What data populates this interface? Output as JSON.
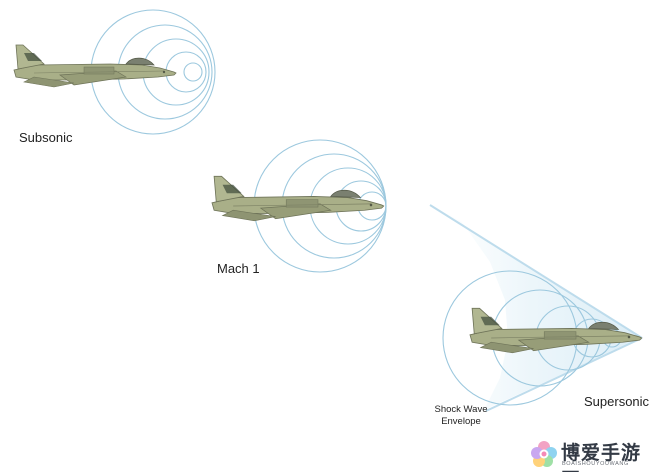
{
  "labels": {
    "subsonic": "Subsonic",
    "mach1": "Mach 1",
    "supersonic": "Supersonic",
    "shock_line1": "Shock Wave",
    "shock_line2": "Envelope"
  },
  "watermark": {
    "brand": "博爱手游网",
    "sub": "BOAISHOUYOUWANG"
  },
  "colors": {
    "wave": "#9cc8de",
    "cone": "#d5e9f3",
    "aircraft": "#a7ad85",
    "aircraft_dark": "#6f7459",
    "text": "#222222"
  },
  "icons": [
    "aircraft-icon",
    "watermark-logo-icon"
  ]
}
